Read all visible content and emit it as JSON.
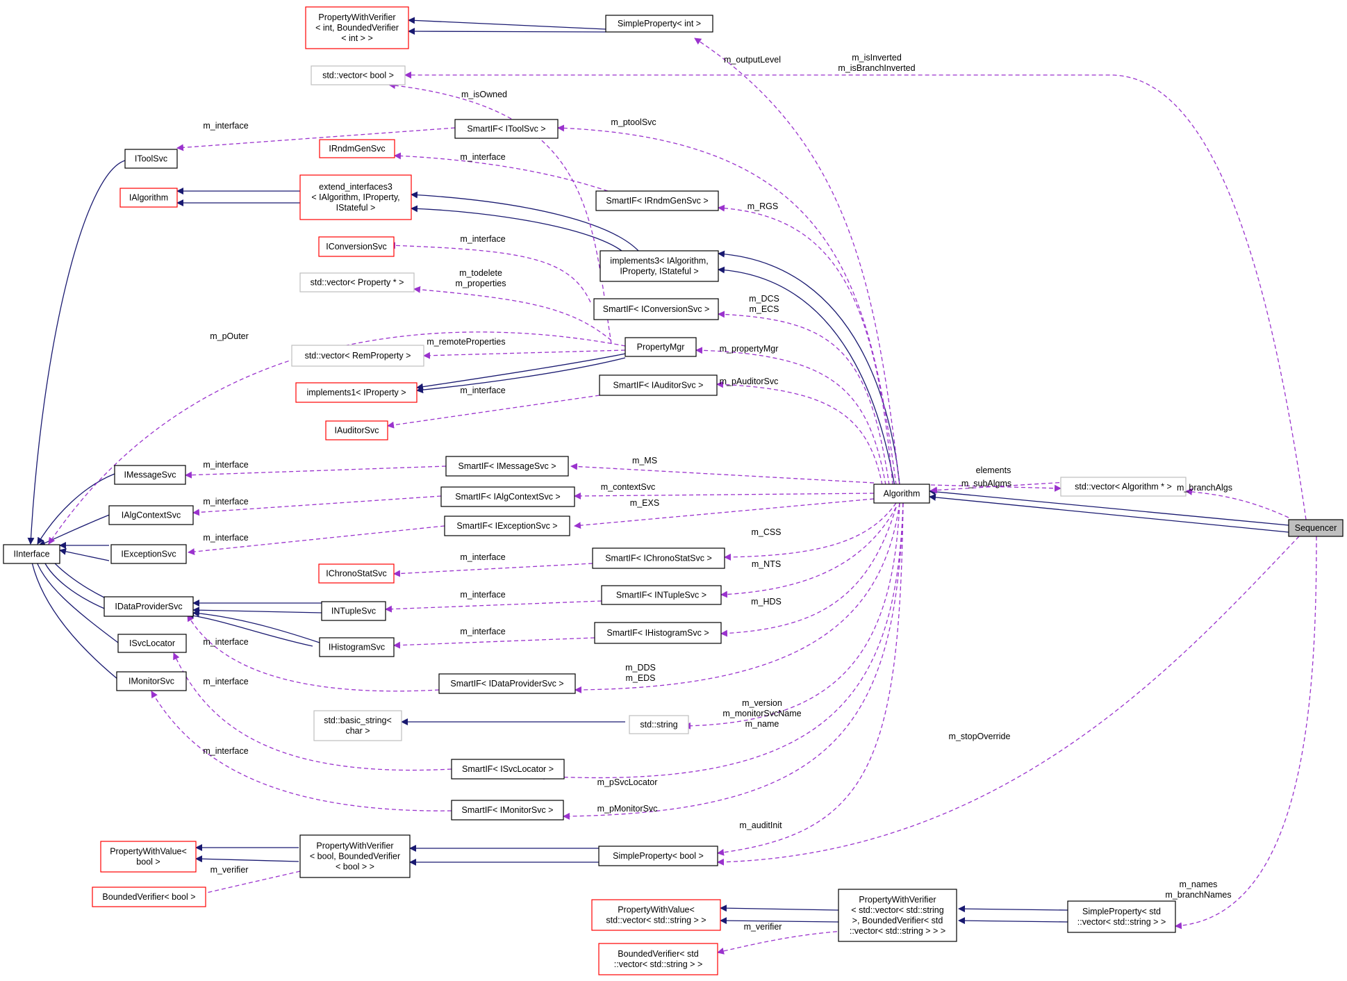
{
  "colors": {
    "inherit_edge": "#191970",
    "usage_edge": "#9a32cd",
    "node_default": "#000000",
    "node_undocumented": "#ff0000",
    "node_external": "#bfbfbf",
    "focus_fill": "#bfbfbf"
  },
  "nodes": [
    {
      "id": "pwv_int",
      "lines": [
        "PropertyWithVerifier",
        "< int, BoundedVerifier",
        "< int > >"
      ],
      "style": "red"
    },
    {
      "id": "sp_int",
      "lines": [
        "SimpleProperty< int >"
      ],
      "style": "black"
    },
    {
      "id": "vec_bool",
      "lines": [
        "std::vector< bool >"
      ],
      "style": "gray"
    },
    {
      "id": "itoolsvc",
      "lines": [
        "IToolSvc"
      ],
      "style": "black"
    },
    {
      "id": "smart_itoolsvc",
      "lines": [
        "SmartIF< IToolSvc >"
      ],
      "style": "black"
    },
    {
      "id": "irndmgensvc",
      "lines": [
        "IRndmGenSvc"
      ],
      "style": "red"
    },
    {
      "id": "ialgorithm",
      "lines": [
        "IAlgorithm"
      ],
      "style": "red"
    },
    {
      "id": "extend3",
      "lines": [
        "extend_interfaces3",
        "< IAlgorithm, IProperty,",
        "IStateful >"
      ],
      "style": "red"
    },
    {
      "id": "smart_irndm",
      "lines": [
        "SmartIF< IRndmGenSvc >"
      ],
      "style": "black"
    },
    {
      "id": "iconversionsvc",
      "lines": [
        "IConversionSvc"
      ],
      "style": "red"
    },
    {
      "id": "impl3",
      "lines": [
        "implements3< IAlgorithm,",
        "IProperty, IStateful >"
      ],
      "style": "black"
    },
    {
      "id": "vec_prop",
      "lines": [
        "std::vector< Property * >"
      ],
      "style": "gray"
    },
    {
      "id": "smart_iconv",
      "lines": [
        "SmartIF< IConversionSvc >"
      ],
      "style": "black"
    },
    {
      "id": "vec_remprop",
      "lines": [
        "std::vector< RemProperty >"
      ],
      "style": "gray"
    },
    {
      "id": "propmgr",
      "lines": [
        "PropertyMgr"
      ],
      "style": "black"
    },
    {
      "id": "impl1",
      "lines": [
        "implements1< IProperty >"
      ],
      "style": "red"
    },
    {
      "id": "smart_iauditor",
      "lines": [
        "SmartIF< IAuditorSvc >"
      ],
      "style": "black"
    },
    {
      "id": "iauditorsvc",
      "lines": [
        "IAuditorSvc"
      ],
      "style": "red"
    },
    {
      "id": "imessagesvc",
      "lines": [
        "IMessageSvc"
      ],
      "style": "black"
    },
    {
      "id": "smart_imessage",
      "lines": [
        "SmartIF< IMessageSvc >"
      ],
      "style": "black"
    },
    {
      "id": "algorithm",
      "lines": [
        "Algorithm"
      ],
      "style": "black"
    },
    {
      "id": "vec_alg",
      "lines": [
        "std::vector< Algorithm * >"
      ],
      "style": "gray"
    },
    {
      "id": "ialgcontextsvc",
      "lines": [
        "IAlgContextSvc"
      ],
      "style": "black"
    },
    {
      "id": "smart_ialgctx",
      "lines": [
        "SmartIF< IAlgContextSvc >"
      ],
      "style": "black"
    },
    {
      "id": "sequencer",
      "lines": [
        "Sequencer"
      ],
      "style": "focus"
    },
    {
      "id": "iinterface",
      "lines": [
        "IInterface"
      ],
      "style": "black"
    },
    {
      "id": "iexceptionsvc",
      "lines": [
        "IExceptionSvc"
      ],
      "style": "black"
    },
    {
      "id": "smart_iexc",
      "lines": [
        "SmartIF< IExceptionSvc >"
      ],
      "style": "black"
    },
    {
      "id": "ichronostatsvc",
      "lines": [
        "IChronoStatSvc"
      ],
      "style": "red"
    },
    {
      "id": "smart_ichrono",
      "lines": [
        "SmartIF< IChronoStatSvc >"
      ],
      "style": "black"
    },
    {
      "id": "idataprovidersvc",
      "lines": [
        "IDataProviderSvc"
      ],
      "style": "black"
    },
    {
      "id": "intuplesvc",
      "lines": [
        "INTupleSvc"
      ],
      "style": "black"
    },
    {
      "id": "smart_intuple",
      "lines": [
        "SmartIF< INTupleSvc >"
      ],
      "style": "black"
    },
    {
      "id": "isvclocator",
      "lines": [
        "ISvcLocator"
      ],
      "style": "black"
    },
    {
      "id": "ihistogramsvc",
      "lines": [
        "IHistogramSvc"
      ],
      "style": "black"
    },
    {
      "id": "smart_ihisto",
      "lines": [
        "SmartIF< IHistogramSvc >"
      ],
      "style": "black"
    },
    {
      "id": "imonitorsvc",
      "lines": [
        "IMonitorSvc"
      ],
      "style": "black"
    },
    {
      "id": "smart_idataprov",
      "lines": [
        "SmartIF< IDataProviderSvc >"
      ],
      "style": "black"
    },
    {
      "id": "basic_string",
      "lines": [
        "std::basic_string<",
        "char >"
      ],
      "style": "gray"
    },
    {
      "id": "std_string",
      "lines": [
        "std::string"
      ],
      "style": "gray"
    },
    {
      "id": "smart_isvcloc",
      "lines": [
        "SmartIF< ISvcLocator >"
      ],
      "style": "black"
    },
    {
      "id": "smart_imonitor",
      "lines": [
        "SmartIF< IMonitorSvc >"
      ],
      "style": "black"
    },
    {
      "id": "pwval_bool",
      "lines": [
        "PropertyWithValue<",
        "bool >"
      ],
      "style": "red"
    },
    {
      "id": "pwv_bool",
      "lines": [
        "PropertyWithVerifier",
        "< bool, BoundedVerifier",
        "< bool > >"
      ],
      "style": "black"
    },
    {
      "id": "sp_bool",
      "lines": [
        "SimpleProperty< bool >"
      ],
      "style": "black"
    },
    {
      "id": "bv_bool",
      "lines": [
        "BoundedVerifier< bool >"
      ],
      "style": "red"
    },
    {
      "id": "pwval_vecstr",
      "lines": [
        "PropertyWithValue<",
        "std::vector< std::string > >"
      ],
      "style": "red"
    },
    {
      "id": "pwv_vecstr",
      "lines": [
        "PropertyWithVerifier",
        "< std::vector< std::string",
        ">, BoundedVerifier< std",
        "::vector< std::string > > >"
      ],
      "style": "black"
    },
    {
      "id": "sp_vecstr",
      "lines": [
        "SimpleProperty< std",
        "::vector< std::string > >"
      ],
      "style": "black"
    },
    {
      "id": "bv_vecstr",
      "lines": [
        "BoundedVerifier< std",
        "::vector< std::string > >"
      ],
      "style": "red"
    }
  ],
  "edge_labels": [
    {
      "id": "lbl_outputlevel",
      "lines": [
        "m_outputLevel"
      ]
    },
    {
      "id": "lbl_isinverted",
      "lines": [
        "m_isInverted",
        "m_isBranchInverted"
      ]
    },
    {
      "id": "lbl_isowned",
      "lines": [
        "m_isOwned"
      ]
    },
    {
      "id": "lbl_iface_tool",
      "lines": [
        "m_interface"
      ]
    },
    {
      "id": "lbl_ptoolsvc",
      "lines": [
        "m_ptoolSvc"
      ]
    },
    {
      "id": "lbl_iface_rndm",
      "lines": [
        "m_interface"
      ]
    },
    {
      "id": "lbl_rgs",
      "lines": [
        "m_RGS"
      ]
    },
    {
      "id": "lbl_iface_conv",
      "lines": [
        "m_interface"
      ]
    },
    {
      "id": "lbl_todelete",
      "lines": [
        "m_todelete",
        "m_properties"
      ]
    },
    {
      "id": "lbl_dcs",
      "lines": [
        "m_DCS",
        "m_ECS"
      ]
    },
    {
      "id": "lbl_pouter",
      "lines": [
        "m_pOuter"
      ]
    },
    {
      "id": "lbl_remote",
      "lines": [
        "m_remoteProperties"
      ]
    },
    {
      "id": "lbl_propmgr",
      "lines": [
        "m_propertyMgr"
      ]
    },
    {
      "id": "lbl_pauditor",
      "lines": [
        "m_pAuditorSvc"
      ]
    },
    {
      "id": "lbl_iface_aud",
      "lines": [
        "m_interface"
      ]
    },
    {
      "id": "lbl_iface_msg",
      "lines": [
        "m_interface"
      ]
    },
    {
      "id": "lbl_ms",
      "lines": [
        "m_MS"
      ]
    },
    {
      "id": "lbl_elements",
      "lines": [
        "elements"
      ]
    },
    {
      "id": "lbl_subalgms",
      "lines": [
        "m_subAlgms"
      ]
    },
    {
      "id": "lbl_branchalgs",
      "lines": [
        "m_branchAlgs"
      ]
    },
    {
      "id": "lbl_iface_ctx",
      "lines": [
        "m_interface"
      ]
    },
    {
      "id": "lbl_contextsvc",
      "lines": [
        "m_contextSvc"
      ]
    },
    {
      "id": "lbl_exs",
      "lines": [
        "m_EXS"
      ]
    },
    {
      "id": "lbl_iface_exc",
      "lines": [
        "m_interface"
      ]
    },
    {
      "id": "lbl_css",
      "lines": [
        "m_CSS"
      ]
    },
    {
      "id": "lbl_iface_chrono",
      "lines": [
        "m_interface"
      ]
    },
    {
      "id": "lbl_nts",
      "lines": [
        "m_NTS"
      ]
    },
    {
      "id": "lbl_iface_ntuple",
      "lines": [
        "m_interface"
      ]
    },
    {
      "id": "lbl_hds",
      "lines": [
        "m_HDS"
      ]
    },
    {
      "id": "lbl_iface_histo",
      "lines": [
        "m_interface"
      ]
    },
    {
      "id": "lbl_iface_dataprov",
      "lines": [
        "m_interface"
      ]
    },
    {
      "id": "lbl_dds",
      "lines": [
        "m_DDS",
        "m_EDS"
      ]
    },
    {
      "id": "lbl_iface_svcloc",
      "lines": [
        "m_interface"
      ]
    },
    {
      "id": "lbl_version",
      "lines": [
        "m_version",
        "m_monitorSvcName",
        "m_name"
      ]
    },
    {
      "id": "lbl_stopoverride",
      "lines": [
        "m_stopOverride"
      ]
    },
    {
      "id": "lbl_iface_monitor",
      "lines": [
        "m_interface"
      ]
    },
    {
      "id": "lbl_psvclocator",
      "lines": [
        "m_pSvcLocator"
      ]
    },
    {
      "id": "lbl_pmonitorsvc",
      "lines": [
        "m_pMonitorSvc"
      ]
    },
    {
      "id": "lbl_auditinit",
      "lines": [
        "m_auditInit"
      ]
    },
    {
      "id": "lbl_verifier_bool",
      "lines": [
        "m_verifier"
      ]
    },
    {
      "id": "lbl_names",
      "lines": [
        "m_names",
        "m_branchNames"
      ]
    },
    {
      "id": "lbl_verifier_vec",
      "lines": [
        "m_verifier"
      ]
    }
  ]
}
